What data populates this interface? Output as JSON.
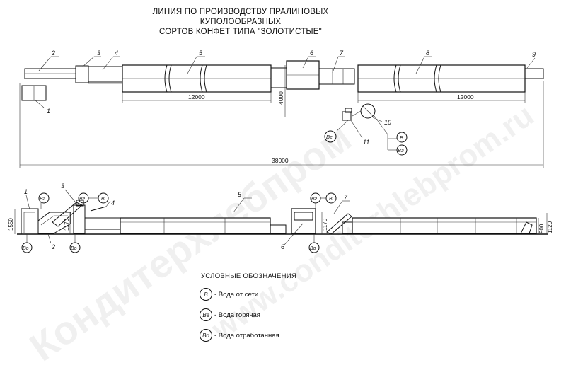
{
  "title": {
    "line1": "ЛИНИЯ ПО ПРОИЗВОДСТВУ ПРАЛИНОВЫХ КУПОЛООБРАЗНЫХ",
    "line2": "СОРТОВ КОНФЕТ ТИПА \"ЗОЛОТИСТЫЕ\""
  },
  "plan_view": {
    "position_numbers": [
      "1",
      "2",
      "3",
      "4",
      "5",
      "6",
      "7",
      "8",
      "9",
      "10",
      "11"
    ],
    "dimensions": {
      "segment_5": "12000",
      "segment_8": "12000",
      "width": "4000",
      "total_length": "38000"
    },
    "connection_labels": {
      "hot": "Вг",
      "mains": "В",
      "mains_hot": "Вг"
    }
  },
  "elevation_view": {
    "position_numbers": [
      "1",
      "2",
      "3",
      "4",
      "5",
      "6",
      "7"
    ],
    "dimensions": {
      "height_1": "1550",
      "height_3": "1170",
      "height_6": "1170",
      "height_9a": "900",
      "height_9b": "1120"
    },
    "connection_labels": {
      "top_1": "Вг",
      "top_3a": "Вг",
      "top_3b": "В",
      "top_6a": "Вг",
      "top_6b": "В",
      "bottom_1": "Во",
      "bottom_3": "Во",
      "bottom_6": "Во"
    }
  },
  "legend": {
    "heading": "УСЛОВНЫЕ ОБОЗНАЧЕНИЯ",
    "items": [
      {
        "symbol": "В",
        "text": "- Вода от сети"
      },
      {
        "symbol": "Вг",
        "text": "- Вода горячая"
      },
      {
        "symbol": "Во",
        "text": "- Вода отработанная"
      }
    ]
  },
  "watermarks": [
    "Кондитерхлебпром",
    "www.conditerhlebprom.ru"
  ]
}
